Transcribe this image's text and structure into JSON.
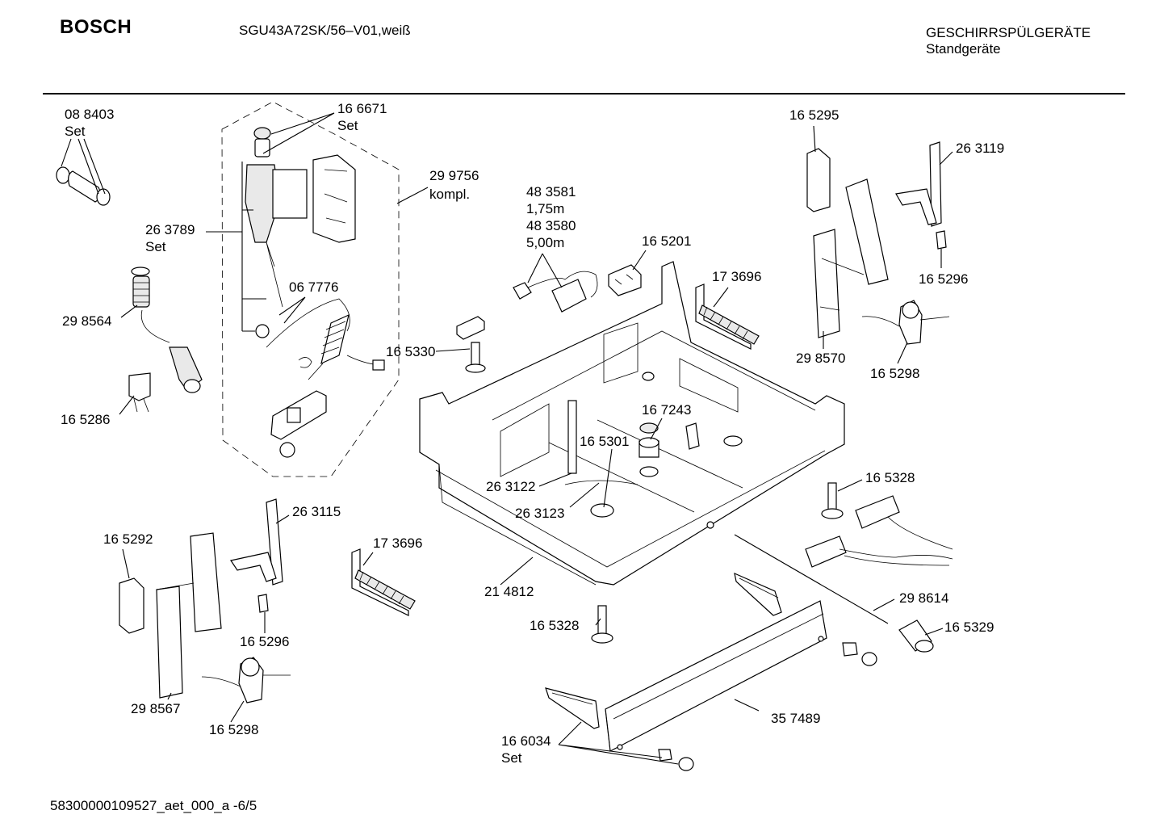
{
  "header": {
    "brand": "BOSCH",
    "model": "SGU43A72SK/56–V01,weiß",
    "category": "GESCHIRRSPÜLGERÄTE",
    "subcategory": "Standgeräte"
  },
  "footer": {
    "doc_id": "58300000109527_aet_000_a  -6/5"
  },
  "callouts": [
    {
      "id": "c1",
      "number": "08 8403",
      "note": "Set"
    },
    {
      "id": "c2",
      "number": "16 6671",
      "note": "Set"
    },
    {
      "id": "c3",
      "number": "29 9756",
      "note": "kompl."
    },
    {
      "id": "c4",
      "number": "26 3789",
      "note": "Set"
    },
    {
      "id": "c5",
      "number": "29 8564",
      "note": ""
    },
    {
      "id": "c6",
      "number": "06 7776",
      "note": ""
    },
    {
      "id": "c7",
      "number": "16 5330",
      "note": ""
    },
    {
      "id": "c8",
      "number": "16 5286",
      "note": ""
    },
    {
      "id": "c9",
      "number": "48 3581",
      "note": "1,75m"
    },
    {
      "id": "c10",
      "number": "48 3580",
      "note": "5,00m"
    },
    {
      "id": "c11",
      "number": "16 5201",
      "note": ""
    },
    {
      "id": "c12",
      "number": "17 3696",
      "note": ""
    },
    {
      "id": "c13",
      "number": "16 5295",
      "note": ""
    },
    {
      "id": "c14",
      "number": "26 3119",
      "note": ""
    },
    {
      "id": "c15",
      "number": "16 5296",
      "note": ""
    },
    {
      "id": "c16",
      "number": "29 8570",
      "note": ""
    },
    {
      "id": "c17",
      "number": "16 5298",
      "note": ""
    },
    {
      "id": "c18",
      "number": "16 7243",
      "note": ""
    },
    {
      "id": "c19",
      "number": "16 5301",
      "note": ""
    },
    {
      "id": "c20",
      "number": "26 3122",
      "note": ""
    },
    {
      "id": "c21",
      "number": "26 3123",
      "note": ""
    },
    {
      "id": "c22",
      "number": "16 5328",
      "note": ""
    },
    {
      "id": "c23",
      "number": "26 3115",
      "note": ""
    },
    {
      "id": "c24",
      "number": "16 5292",
      "note": ""
    },
    {
      "id": "c25",
      "number": "17 3696",
      "note": ""
    },
    {
      "id": "c26",
      "number": "21 4812",
      "note": ""
    },
    {
      "id": "c27",
      "number": "16 5296",
      "note": ""
    },
    {
      "id": "c28",
      "number": "29 8614",
      "note": ""
    },
    {
      "id": "c29",
      "number": "16 5328",
      "note": ""
    },
    {
      "id": "c30",
      "number": "16 5329",
      "note": ""
    },
    {
      "id": "c31",
      "number": "29 8567",
      "note": ""
    },
    {
      "id": "c32",
      "number": "16 5298",
      "note": ""
    },
    {
      "id": "c33",
      "number": "35 7489",
      "note": ""
    },
    {
      "id": "c34",
      "number": "16 6034",
      "note": "Set"
    }
  ]
}
